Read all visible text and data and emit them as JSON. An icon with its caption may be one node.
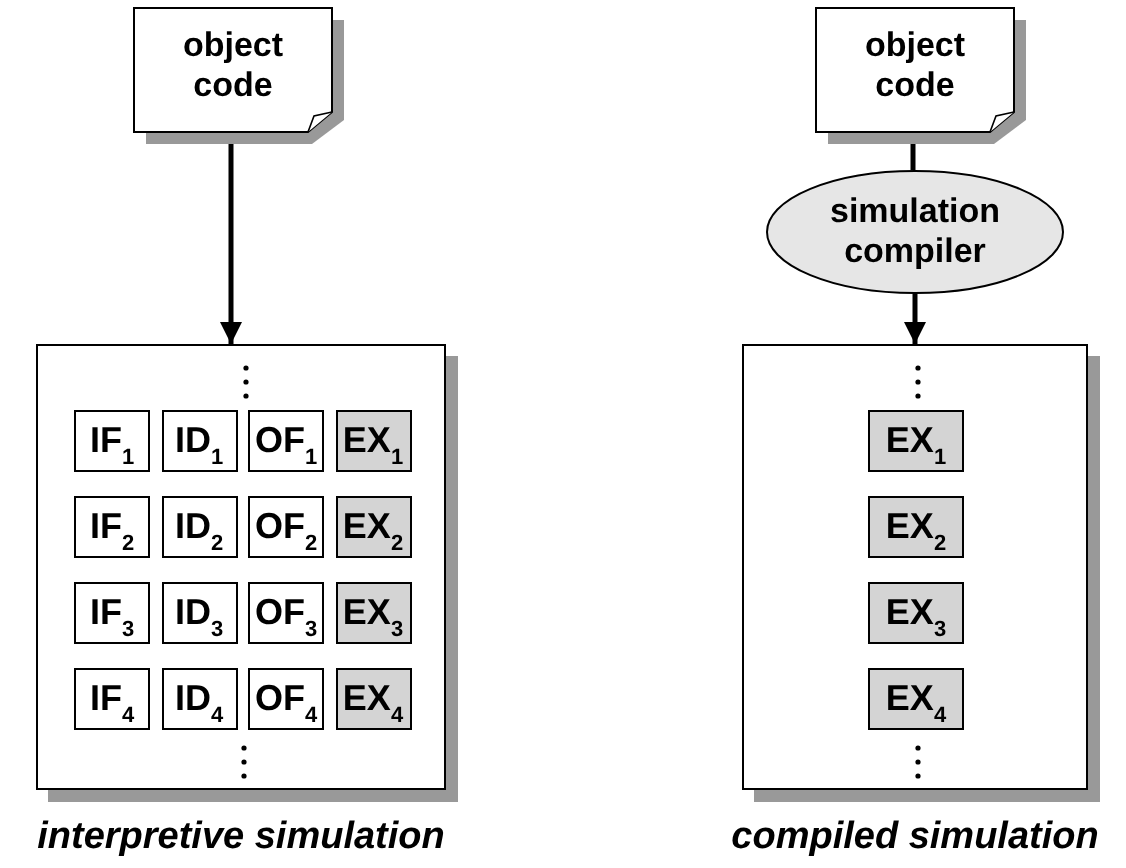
{
  "diagram": {
    "nodes": [
      {
        "text": [
          "object code"
        ]
      },
      {
        "text": [],
        "shape": "box",
        "beside": [
          "interpretive simulation"
        ]
      },
      {
        "text": [
          "IF$_{1}$"
        ],
        "in": 1
      },
      {
        "text": [
          "ID$_{1}$"
        ],
        "in": 1
      },
      {
        "text": [
          "OF$_{1}$"
        ],
        "in": 1
      },
      {
        "text": [
          "EX$_{1}$"
        ],
        "in": 1
      },
      {
        "text": [
          "IF$_{2}$"
        ],
        "in": 1
      },
      {
        "text": [
          "ID$_{2}$"
        ],
        "in": 1
      },
      {
        "text": [
          "OF$_{2}$"
        ],
        "in": 1
      },
      {
        "text": [
          "EX$_{2}$"
        ],
        "in": 1
      },
      {
        "text": [
          "IF$_{3}$"
        ],
        "in": 1
      },
      {
        "text": [
          "ID$_{3}$"
        ],
        "in": 1
      },
      {
        "text": [
          "OF$_{3}$"
        ],
        "in": 1
      },
      {
        "text": [
          "EX$_{3}$"
        ],
        "in": 1
      },
      {
        "text": [
          "IF$_{4}$"
        ],
        "in": 1
      },
      {
        "text": [
          "ID$_{4}$"
        ],
        "in": 1
      },
      {
        "text": [
          "OF$_{4}$"
        ],
        "in": 1
      },
      {
        "text": [
          "EX$_{4}$"
        ],
        "in": 1
      },
      {
        "text": [
          "object code"
        ]
      },
      {
        "text": [
          "simulation compiler"
        ]
      },
      {
        "text": [],
        "shape": "box",
        "beside": [
          "compiled simulation"
        ]
      },
      {
        "text": [
          "EX$_{1}$"
        ],
        "in": 20
      },
      {
        "text": [
          "EX$_{2}$"
        ],
        "in": 20
      },
      {
        "text": [
          "EX$_{3}$"
        ],
        "in": 20
      },
      {
        "text": [
          "EX$_{4}$"
        ],
        "in": 20
      }
    ],
    "edges": [
      {
        "from": 0,
        "to": 1,
        "arrow": "to"
      },
      {
        "from": 18,
        "to": 19,
        "arrow": "none"
      },
      {
        "from": 19,
        "to": 20,
        "arrow": "to"
      }
    ]
  }
}
